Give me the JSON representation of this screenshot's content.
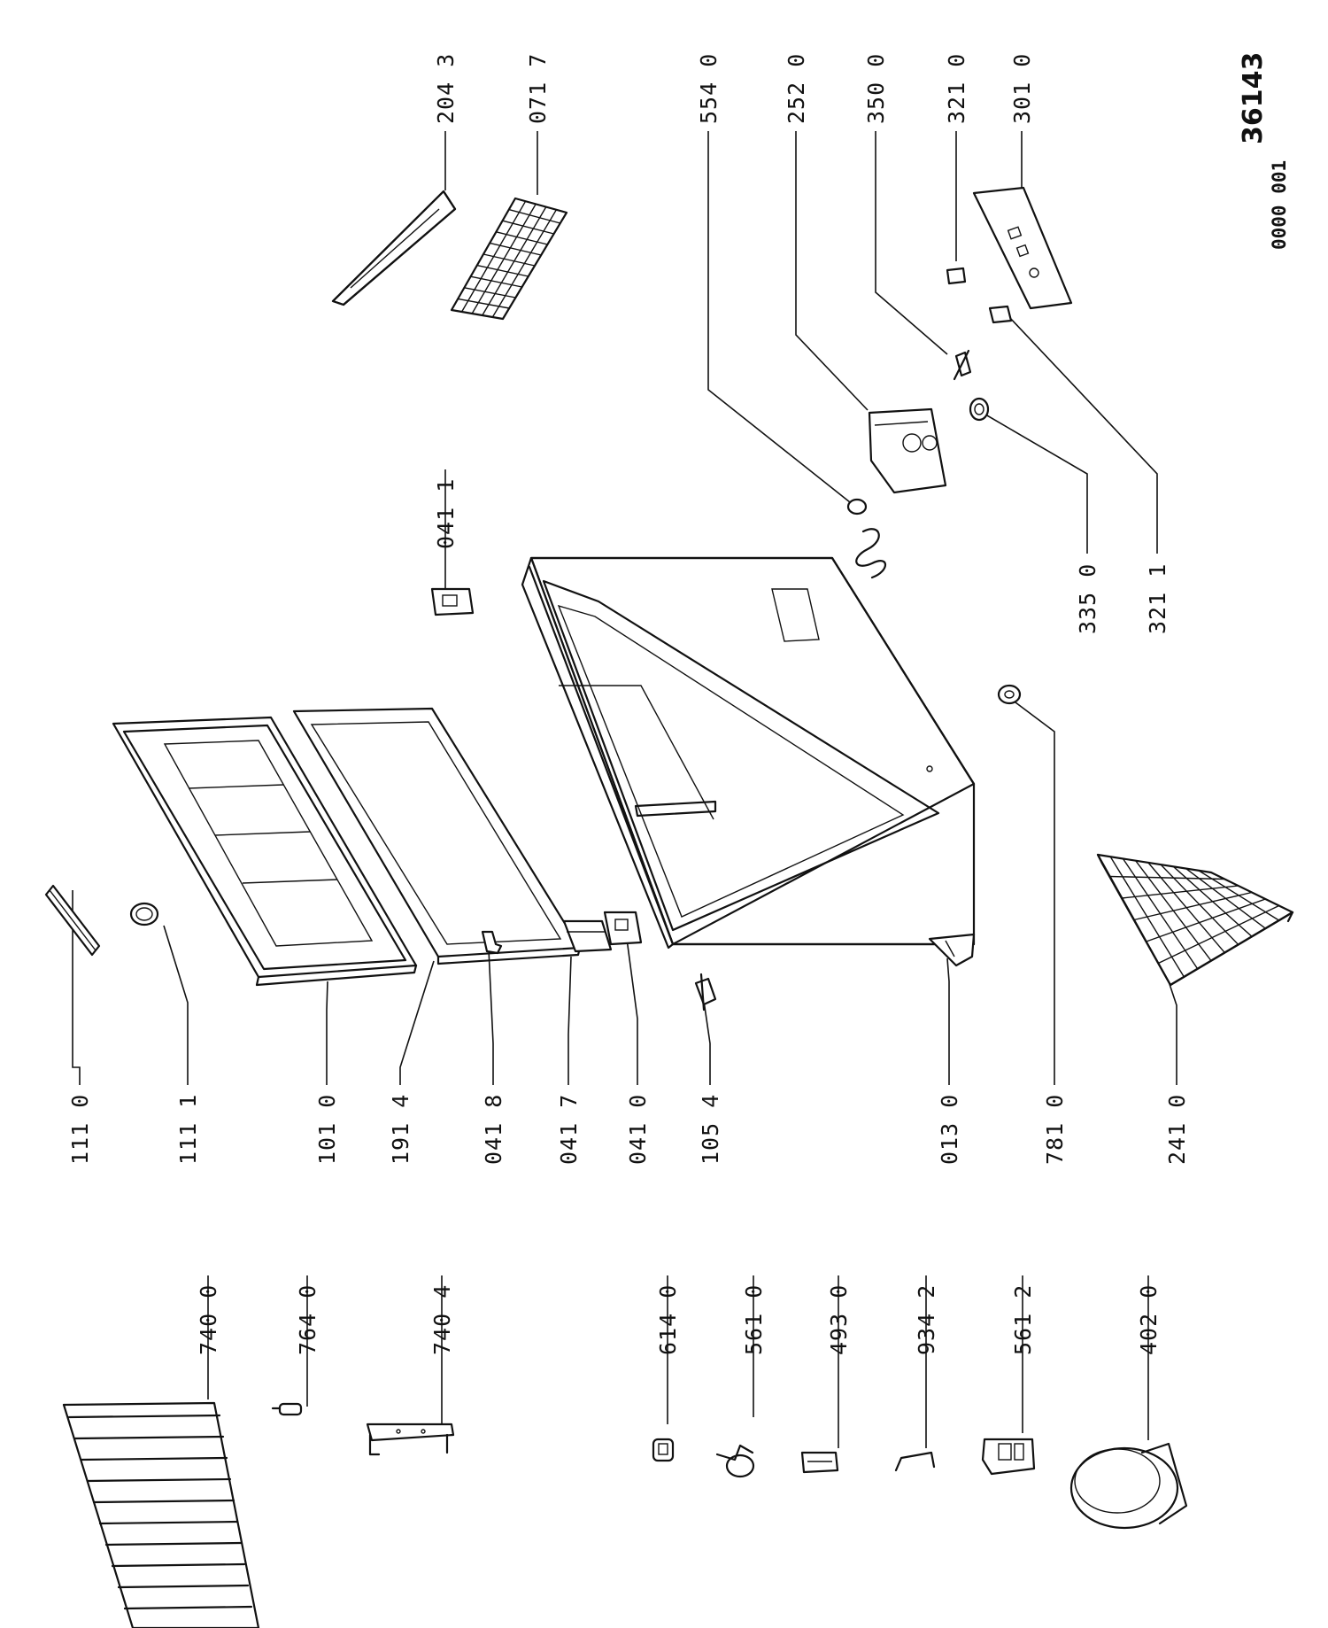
{
  "drawing_ref": {
    "prefix": "0000 001",
    "number": "36143"
  },
  "parts": {
    "p1110": "111 0",
    "p1111": "111 1",
    "p1010": "101 0",
    "p1914": "191 4",
    "p0418": "041 8",
    "p0417": "041 7",
    "p0410": "041 0",
    "p1054": "105 4",
    "p0130": "013 0",
    "p7810": "781 0",
    "p2410": "241 0",
    "p7400": "740 0",
    "p7640": "764 0",
    "p7404": "740 4",
    "p6140": "614 0",
    "p5610": "561 0",
    "p4930": "493 0",
    "p9342": "934 2",
    "p5612": "561 2",
    "p4020": "402 0",
    "p2043": "204 3",
    "p0717": "071 7",
    "p5540": "554 0",
    "p2520": "252 0",
    "p3500": "350 0",
    "p3210": "321 0",
    "p3010": "301 0",
    "p0411": "041 1",
    "p3350": "335 0",
    "p3211": "321 1"
  }
}
